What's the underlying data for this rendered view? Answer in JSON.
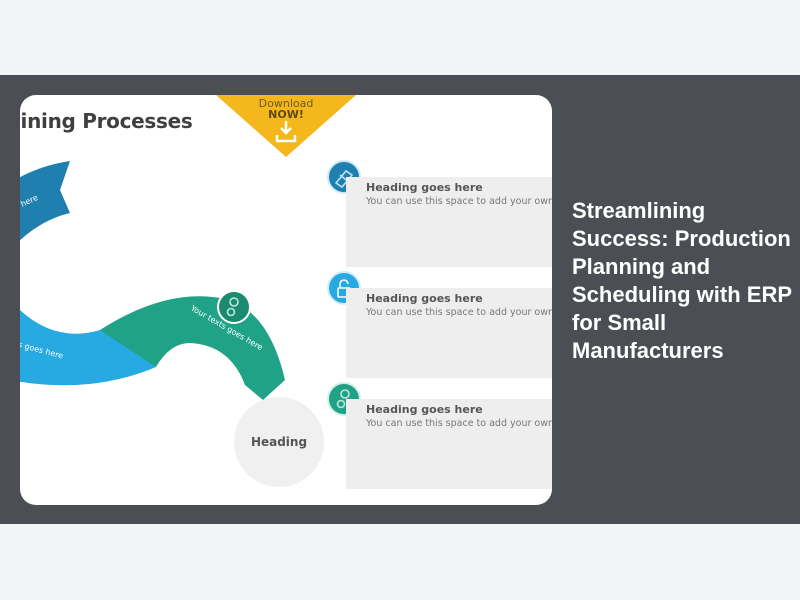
{
  "slide": {
    "title": "lining Processes",
    "download_banner": {
      "line1": "Download",
      "line2": "NOW!",
      "color": "#f4b71c"
    },
    "arc_labels": {
      "top": "here",
      "middle": "ts goes here",
      "right": "Your texts goes here"
    },
    "circle_heading": "Heading",
    "items": [
      {
        "icon": "handshake-icon",
        "color": "#1f7fae",
        "heading": "Heading goes here",
        "body": "You can use this space to add your own text"
      },
      {
        "icon": "unlock-icon",
        "color": "#27a9e1",
        "heading": "Heading goes here",
        "body": "You can use this space to add your own text"
      },
      {
        "icon": "gears-icon",
        "color": "#1fa285",
        "heading": "Heading goes here",
        "body": "You can use this space to add your own text"
      }
    ],
    "colors": {
      "dark_blue": "#1f7fae",
      "light_blue": "#27a9e1",
      "teal": "#1fa285"
    }
  },
  "article": {
    "title": "Streamlining Success: Production Planning and Scheduling with ERP for Small Manufacturers"
  }
}
